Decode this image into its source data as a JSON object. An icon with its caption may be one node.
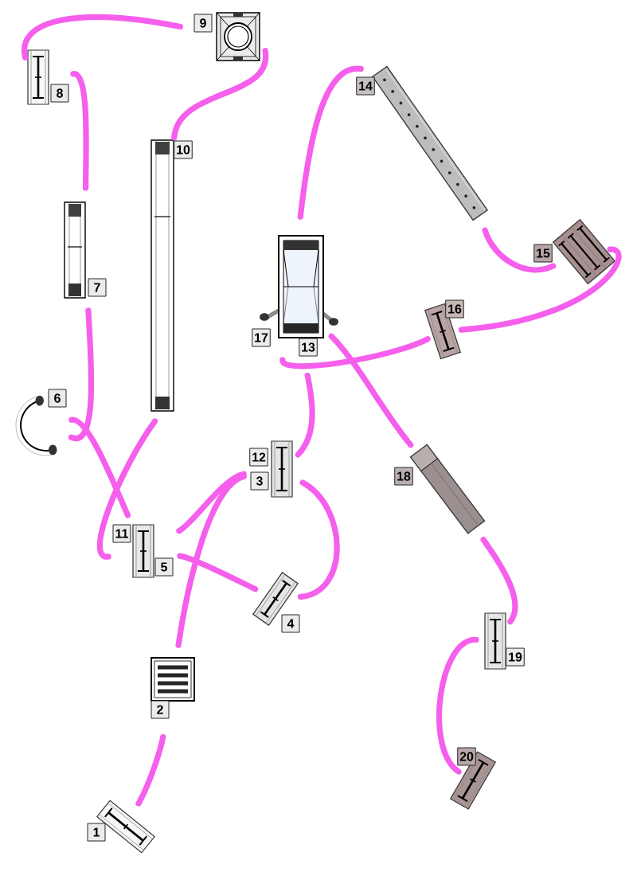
{
  "diagram": {
    "nodes": [
      {
        "text": [
          "9"
        ]
      },
      {
        "text": [
          "8"
        ]
      },
      {
        "text": [
          "14"
        ]
      },
      {
        "text": [
          "10"
        ]
      },
      {
        "text": [
          "15"
        ]
      },
      {
        "text": [
          "7"
        ]
      },
      {
        "text": [
          "17",
          "13"
        ]
      },
      {
        "text": [
          "16"
        ]
      },
      {
        "text": [
          "6"
        ]
      },
      {
        "text": [
          "12",
          "3"
        ]
      },
      {
        "text": [
          "18"
        ]
      },
      {
        "text": [
          "11",
          "5"
        ]
      },
      {
        "text": [
          "4"
        ]
      },
      {
        "text": [
          "19"
        ]
      },
      {
        "text": [
          "2"
        ]
      },
      {
        "text": [
          "20"
        ]
      },
      {
        "text": [
          "1"
        ]
      }
    ],
    "edges": [
      {
        "from": 16,
        "to": 14,
        "arrow": "none"
      },
      {
        "from": 14,
        "to": 9,
        "arrow": "none"
      },
      {
        "from": 9,
        "to": 12,
        "arrow": "none"
      },
      {
        "from": 12,
        "to": 11,
        "arrow": "none"
      },
      {
        "from": 11,
        "to": 8,
        "arrow": "none"
      },
      {
        "from": 8,
        "to": 5,
        "arrow": "none"
      },
      {
        "from": 5,
        "to": 1,
        "arrow": "none"
      },
      {
        "from": 1,
        "to": 0,
        "arrow": "none"
      },
      {
        "from": 0,
        "to": 3,
        "arrow": "none"
      },
      {
        "from": 3,
        "to": 11,
        "arrow": "none"
      },
      {
        "from": 11,
        "to": 9,
        "arrow": "none"
      },
      {
        "from": 9,
        "to": 6,
        "arrow": "none"
      },
      {
        "from": 6,
        "to": 2,
        "arrow": "none"
      },
      {
        "from": 2,
        "to": 4,
        "arrow": "none"
      },
      {
        "from": 4,
        "to": 7,
        "arrow": "none"
      },
      {
        "from": 7,
        "to": 6,
        "arrow": "none"
      },
      {
        "from": 6,
        "to": 10,
        "arrow": "none"
      },
      {
        "from": 10,
        "to": 13,
        "arrow": "none"
      },
      {
        "from": 13,
        "to": 15,
        "arrow": "none"
      }
    ]
  }
}
